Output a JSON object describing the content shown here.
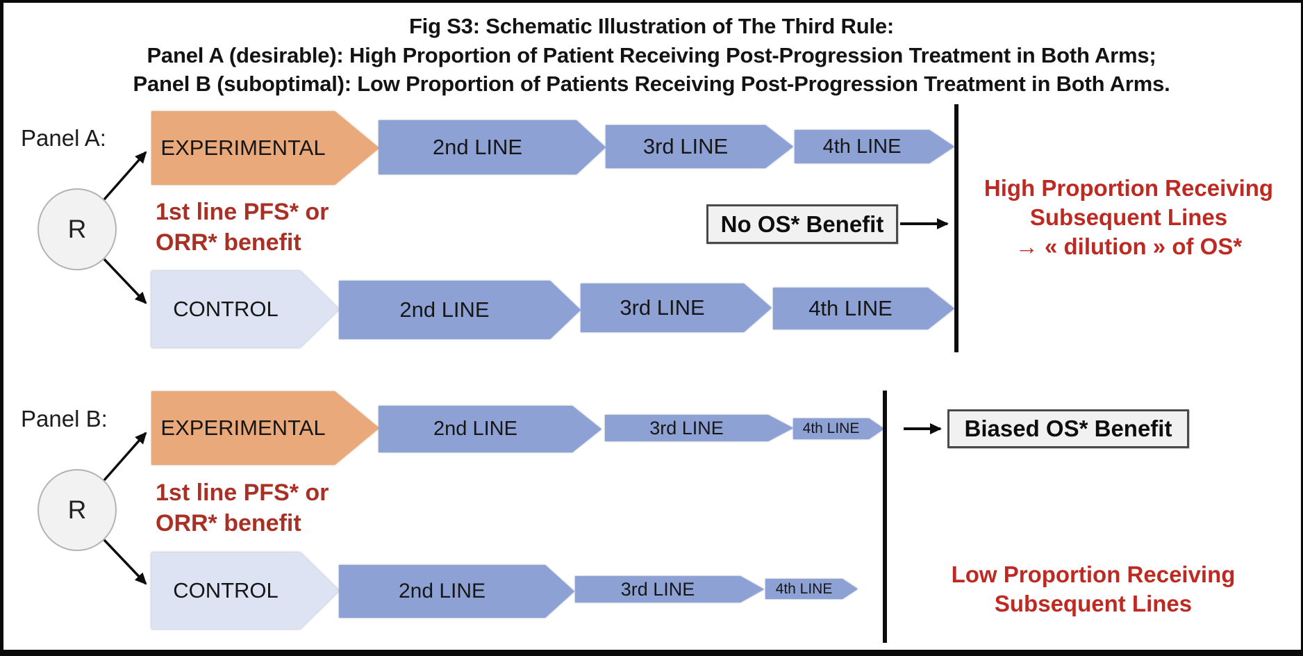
{
  "figure": {
    "title_lines": [
      "Fig S3: Schematic Illustration of The Third Rule:",
      "Panel A (desirable): High Proportion of Patient Receiving Post-Progression Treatment in Both Arms;",
      "Panel B (suboptimal): Low Proportion of Patients Receiving Post-Progression Treatment in Both Arms."
    ]
  },
  "colors": {
    "experimental_fill": "#E9A97B",
    "control_fill": "#DDE3F2",
    "line_arrow_fill": "#8EA1D4",
    "outcome_box_fill": "#F1F1F1",
    "outcome_box_border": "#4A4A4A",
    "note_red": "#A93025",
    "annotation_red": "#BE2A22",
    "connector_black": "#0D0D0D"
  },
  "panel_a": {
    "label": "Panel A:",
    "randomization": "R",
    "experimental_label": "EXPERIMENTAL",
    "control_label": "CONTROL",
    "benefit_note": {
      "line1": "1st line PFS* or",
      "line2": "ORR* benefit"
    },
    "experimental_lines": [
      "2nd LINE",
      "3rd LINE",
      "4th LINE"
    ],
    "control_lines": [
      "2nd LINE",
      "3rd LINE",
      "4th LINE"
    ],
    "outcome_box": "No OS* Benefit",
    "annotation_lines": [
      "High Proportion Receiving",
      "Subsequent Lines",
      "→ « dilution » of OS*"
    ]
  },
  "panel_b": {
    "label": "Panel B:",
    "randomization": "R",
    "experimental_label": "EXPERIMENTAL",
    "control_label": "CONTROL",
    "benefit_note": {
      "line1": "1st line PFS* or",
      "line2": "ORR* benefit"
    },
    "experimental_lines": [
      "2nd LINE",
      "3rd LINE",
      "4th LINE"
    ],
    "control_lines": [
      "2nd LINE",
      "3rd LINE",
      "4th LINE"
    ],
    "outcome_box": "Biased OS* Benefit",
    "annotation_lines": [
      "Low Proportion Receiving",
      "Subsequent Lines"
    ]
  }
}
